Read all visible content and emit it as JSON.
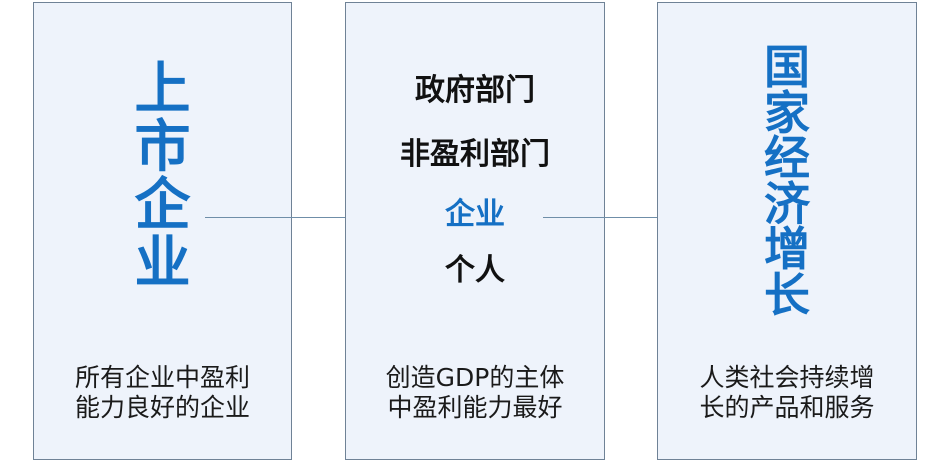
{
  "colors": {
    "accent": "#1570c4",
    "panel_bg": "#eef3fb",
    "border": "#6f8296",
    "arrow": "#6f8ea8"
  },
  "panels": [
    {
      "title_chars": [
        "上",
        "市",
        "企",
        "业"
      ],
      "desc_lines": [
        "所有企业中盈利",
        "能力良好的企业"
      ]
    },
    {
      "items": [
        "政府部门",
        "非盈利部门",
        "企业",
        "个人"
      ],
      "highlight_index": 2,
      "desc_lines": [
        "创造GDP的主体",
        "中盈利能力最好"
      ]
    },
    {
      "title_chars": [
        "国",
        "家",
        "经",
        "济",
        "增",
        "长"
      ],
      "desc_lines": [
        "人类社会持续增",
        "长的产品和服务"
      ]
    }
  ],
  "arrows": [
    "left-to-middle",
    "middle-to-right"
  ]
}
